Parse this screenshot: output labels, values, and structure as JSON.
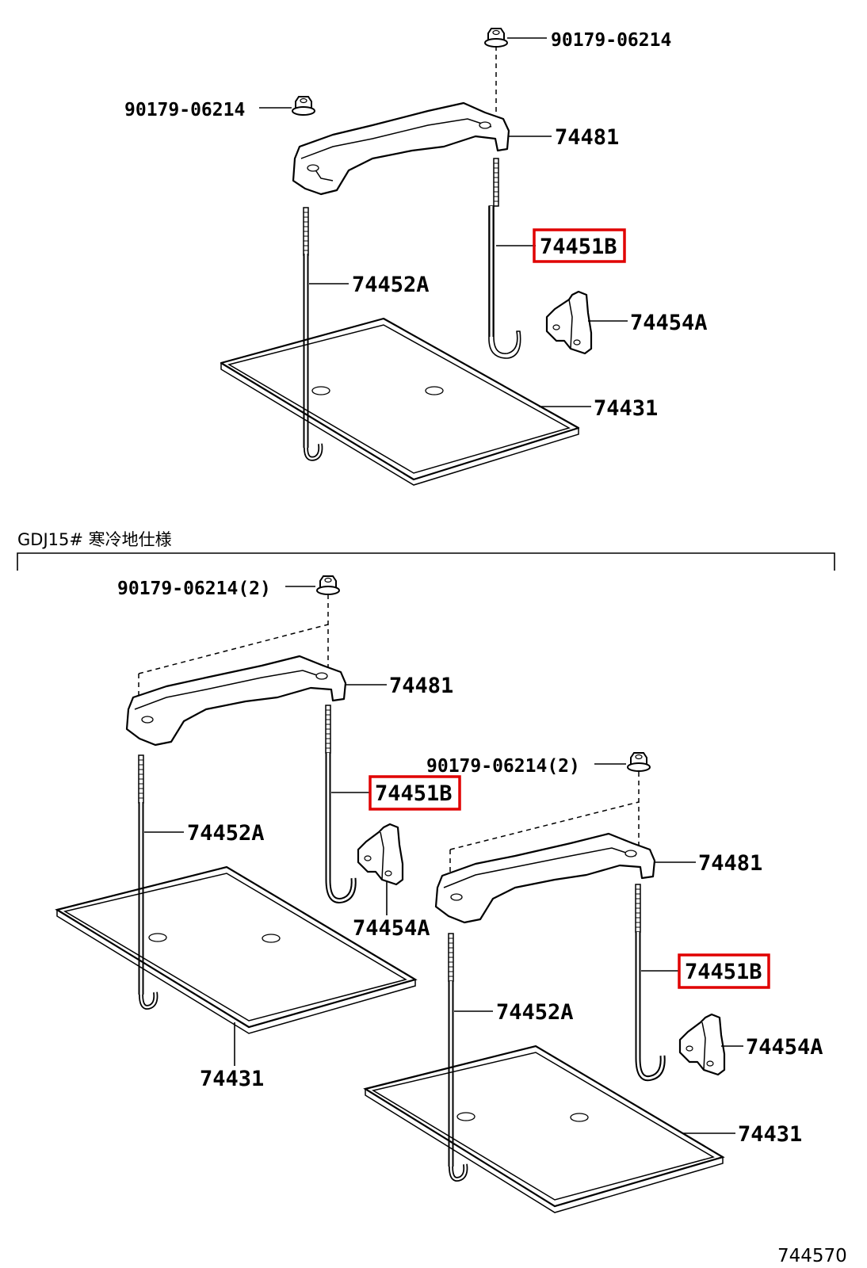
{
  "diagram": {
    "section_title": "GDJ15# 寒冷地仕様",
    "reference_code": "744570",
    "colors": {
      "line": "#000000",
      "highlight": "#e00000"
    },
    "groups": [
      {
        "name": "standard",
        "labels": {
          "nut_top": "90179-06214",
          "nut_left": "90179-06214",
          "clamp": "74481",
          "rod_short": "74451B",
          "rod_long": "74452A",
          "bracket": "74454A",
          "tray": "74431"
        }
      },
      {
        "name": "cold-region-left",
        "labels": {
          "nut": "90179-06214(2)",
          "clamp": "74481",
          "rod_short": "74451B",
          "rod_long": "74452A",
          "bracket": "74454A",
          "tray": "74431"
        }
      },
      {
        "name": "cold-region-right",
        "labels": {
          "nut": "90179-06214(2)",
          "clamp": "74481",
          "rod_short": "74451B",
          "rod_long": "74452A",
          "bracket": "74454A",
          "tray": "74431"
        }
      }
    ],
    "highlighted_part": "74451B"
  }
}
